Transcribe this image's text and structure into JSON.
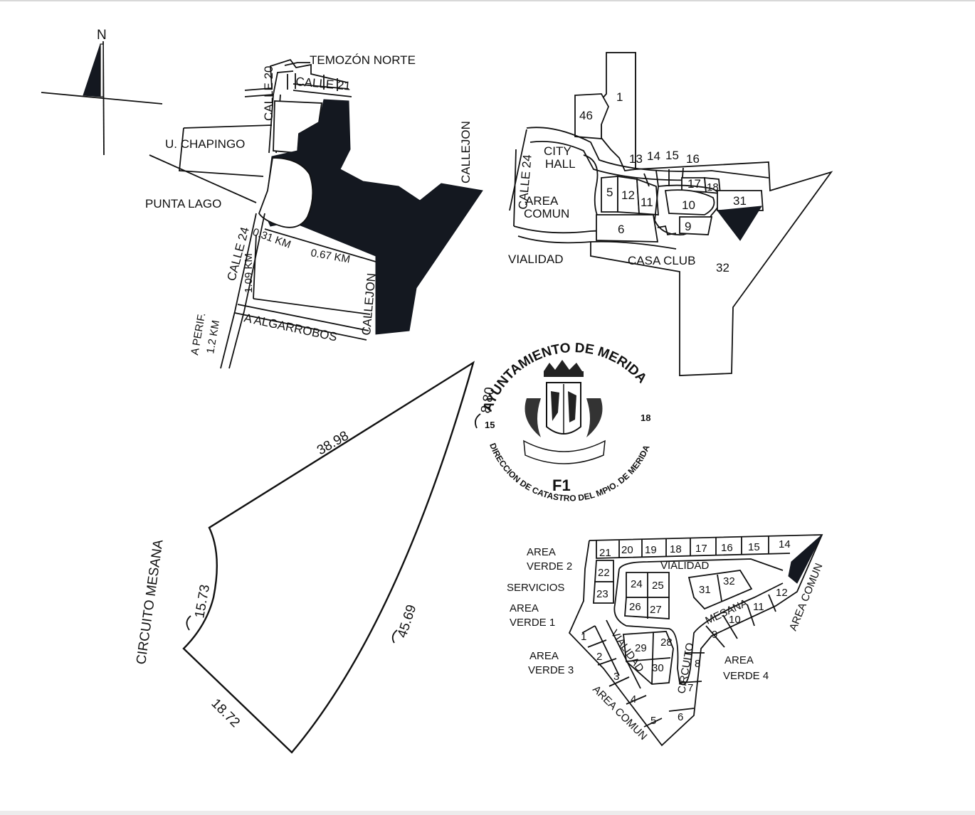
{
  "compass": {
    "north": "N"
  },
  "location_map": {
    "temozon_norte": "TEMOZÓN NORTE",
    "calle_20": "CALLE 20",
    "calle_21": "CALLE 21",
    "callejon_right": "CALLEJON",
    "callejon_bottom": "CALLEJON",
    "u_chapingo": "U. CHAPINGO",
    "punta_lago": "PUNTA LAGO",
    "calle_24": "CALLE 24",
    "dist_031": "0.31 KM",
    "dist_067": "0.67 KM",
    "dist_109": "1.09 KM",
    "a_perif": "A PERIF.",
    "dist_12": "1.2 KM",
    "a_algarrobos": "A ALGARROBOS"
  },
  "site_map": {
    "lot_1": "1",
    "lot_46": "46",
    "city": "CITY",
    "hall": "HALL",
    "calle_24": "CALLE 24",
    "area": "AREA",
    "comun": "COMUN",
    "lots_row": [
      "13",
      "14",
      "15",
      "16"
    ],
    "lot_5": "5",
    "lot_12": "12",
    "lot_11": "11",
    "lot_17": "17",
    "lot_18": "18",
    "lot_10": "10",
    "lot_31": "31",
    "lot_6": "6",
    "lot_9": "9",
    "vialidad": "VIALIDAD",
    "casa_club": "CASA CLUB",
    "lot_32": "32"
  },
  "stamp": {
    "ring_text": "AYUNTAMIENTO DE MERIDA",
    "bottom_text": "DIRECCION DE CATASTRO DEL MPIO. DE MERIDA",
    "left_num": "15",
    "right_num": "18",
    "code": "F1"
  },
  "lot_plan": {
    "side_top": "38.98",
    "side_right": "45.69",
    "side_bottom": "18.72",
    "arc_left": "15.73",
    "arc_top": "8.80",
    "street": "CIRCUITO MESANA"
  },
  "subdivision_map": {
    "top_row": [
      "21",
      "20",
      "19",
      "18",
      "17",
      "16",
      "15",
      "14"
    ],
    "area_verde_2": [
      "AREA",
      "VERDE 2"
    ],
    "lot_22": "22",
    "servicios": "SERVICIOS",
    "lot_23": "23",
    "area_verde_1": [
      "AREA",
      "VERDE 1"
    ],
    "vialidad_top": "VIALIDAD",
    "lots_24_27": [
      "24",
      "25",
      "26",
      "27"
    ],
    "lot_31": "31",
    "lot_32": "32",
    "mesana": "MESANA",
    "circuito": "CIRCUITO",
    "lot_12": "12",
    "lot_11": "11",
    "lot_10": "10",
    "lot_9": "9",
    "area_comun_right": "AREA COMUN",
    "lot_1": "1",
    "lot_2": "2",
    "lot_3": "3",
    "lot_4": "4",
    "lot_5": "5",
    "lot_6": "6",
    "lot_7": "7",
    "lot_8": "8",
    "lot_28": "28",
    "lot_29": "29",
    "lot_30": "30",
    "vialidad_diag": "VIALIDAD",
    "area_verde_3": [
      "AREA",
      "VERDE 3"
    ],
    "area_verde_4": [
      "AREA",
      "VERDE 4"
    ],
    "area_comun_bottom": "AREA COMUN"
  }
}
